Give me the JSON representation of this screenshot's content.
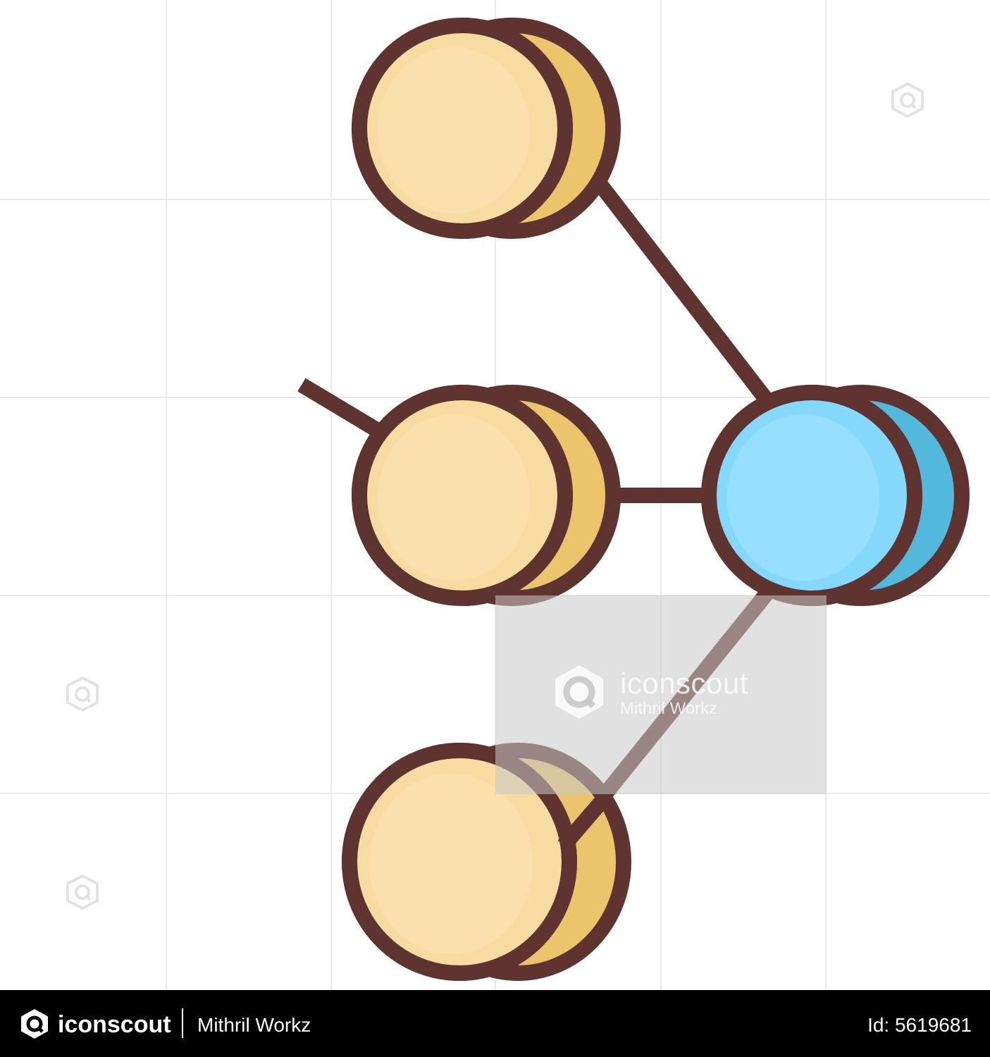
{
  "watermark": {
    "brand": "iconscout",
    "author": "Mithril Workz"
  },
  "footer": {
    "brand": "iconscout",
    "author": "Mithril Workz",
    "asset_id": "Id: 5619681"
  },
  "colors": {
    "outline": "#5f3330",
    "node_fill": "#f7dba0",
    "node_highlight": "#fbe4b8",
    "node_side": "#ecc46c",
    "hub_fill": "#84d8fc",
    "hub_highlight": "#a8e6ff",
    "hub_side": "#52b8dc",
    "grid": "#e4e4e4"
  },
  "icons": [
    "network-nodes-icon",
    "iconscout-logo-icon"
  ]
}
